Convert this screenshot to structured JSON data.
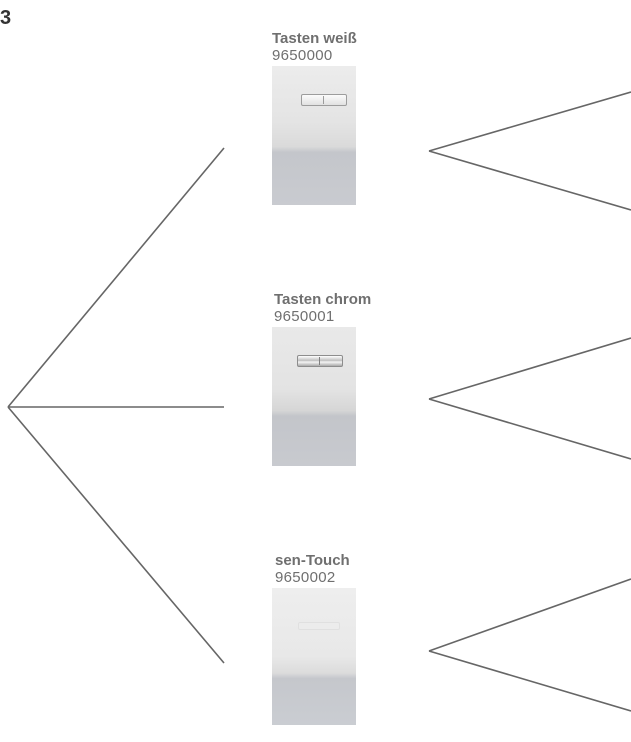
{
  "corner_mark": "3",
  "products": [
    {
      "name": "Tasten weiß",
      "code": "9650000",
      "variant": "white-buttons"
    },
    {
      "name": "Tasten  chrom",
      "code": "9650001",
      "variant": "chrome-buttons"
    },
    {
      "name": "sen-Touch",
      "code": "9650002",
      "variant": "touch-sensor"
    }
  ],
  "colors": {
    "line": "#666666",
    "text": "#6f6f6f"
  }
}
